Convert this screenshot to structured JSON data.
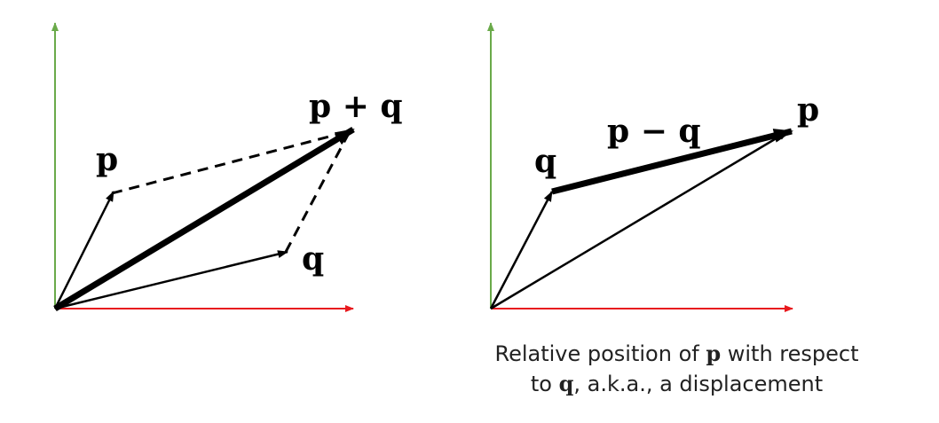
{
  "colors": {
    "x_axis": "#e8191e",
    "y_axis": "#6aaa4a",
    "vector": "#000000"
  },
  "left_diagram": {
    "label_p": "p",
    "label_q": "q",
    "label_sum": "p + q"
  },
  "right_diagram": {
    "label_p": "p",
    "label_q": "q",
    "label_diff": "p − q"
  },
  "caption": {
    "line1_before": "Relative position of ",
    "line1_bold": "p",
    "line1_after": " with respect",
    "line2_before": "to ",
    "line2_bold": "q",
    "line2_after": ", a.k.a., a displacement"
  }
}
